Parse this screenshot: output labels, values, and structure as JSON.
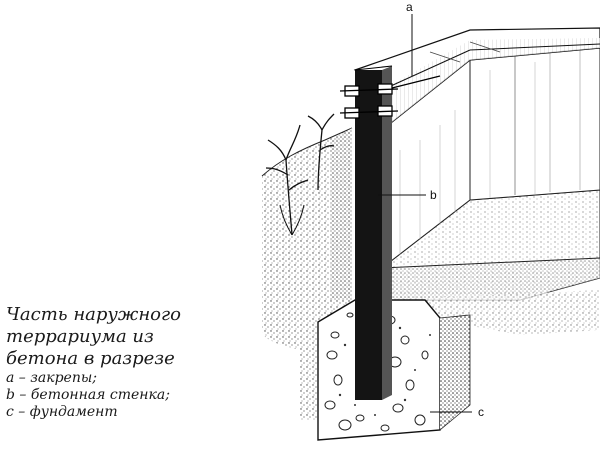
{
  "figure": {
    "caption_lines": [
      "Часть наружного",
      "террариума из",
      "бетона в разрезе"
    ],
    "legend": [
      "a  –  закрепы;",
      "b  –  бетонная стенка;",
      "c  –  фундамент"
    ],
    "callouts": {
      "a": "a",
      "b": "b",
      "c": "c"
    }
  }
}
